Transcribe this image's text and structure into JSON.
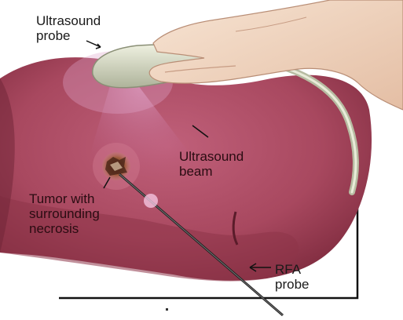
{
  "labels": {
    "ultrasound_probe": "Ultrasound\nprobe",
    "ultrasound_beam": "Ultrasound\nbeam",
    "tumor": "Tumor with\nsurrounding\nnecrosis",
    "rfa_probe": "RFA\nprobe"
  },
  "colors": {
    "liver": "#a8485f",
    "liver_dark": "#7d2a3d",
    "probe": "#d9dcc8",
    "skin": "#f4dcc8",
    "frame": "#111111"
  }
}
